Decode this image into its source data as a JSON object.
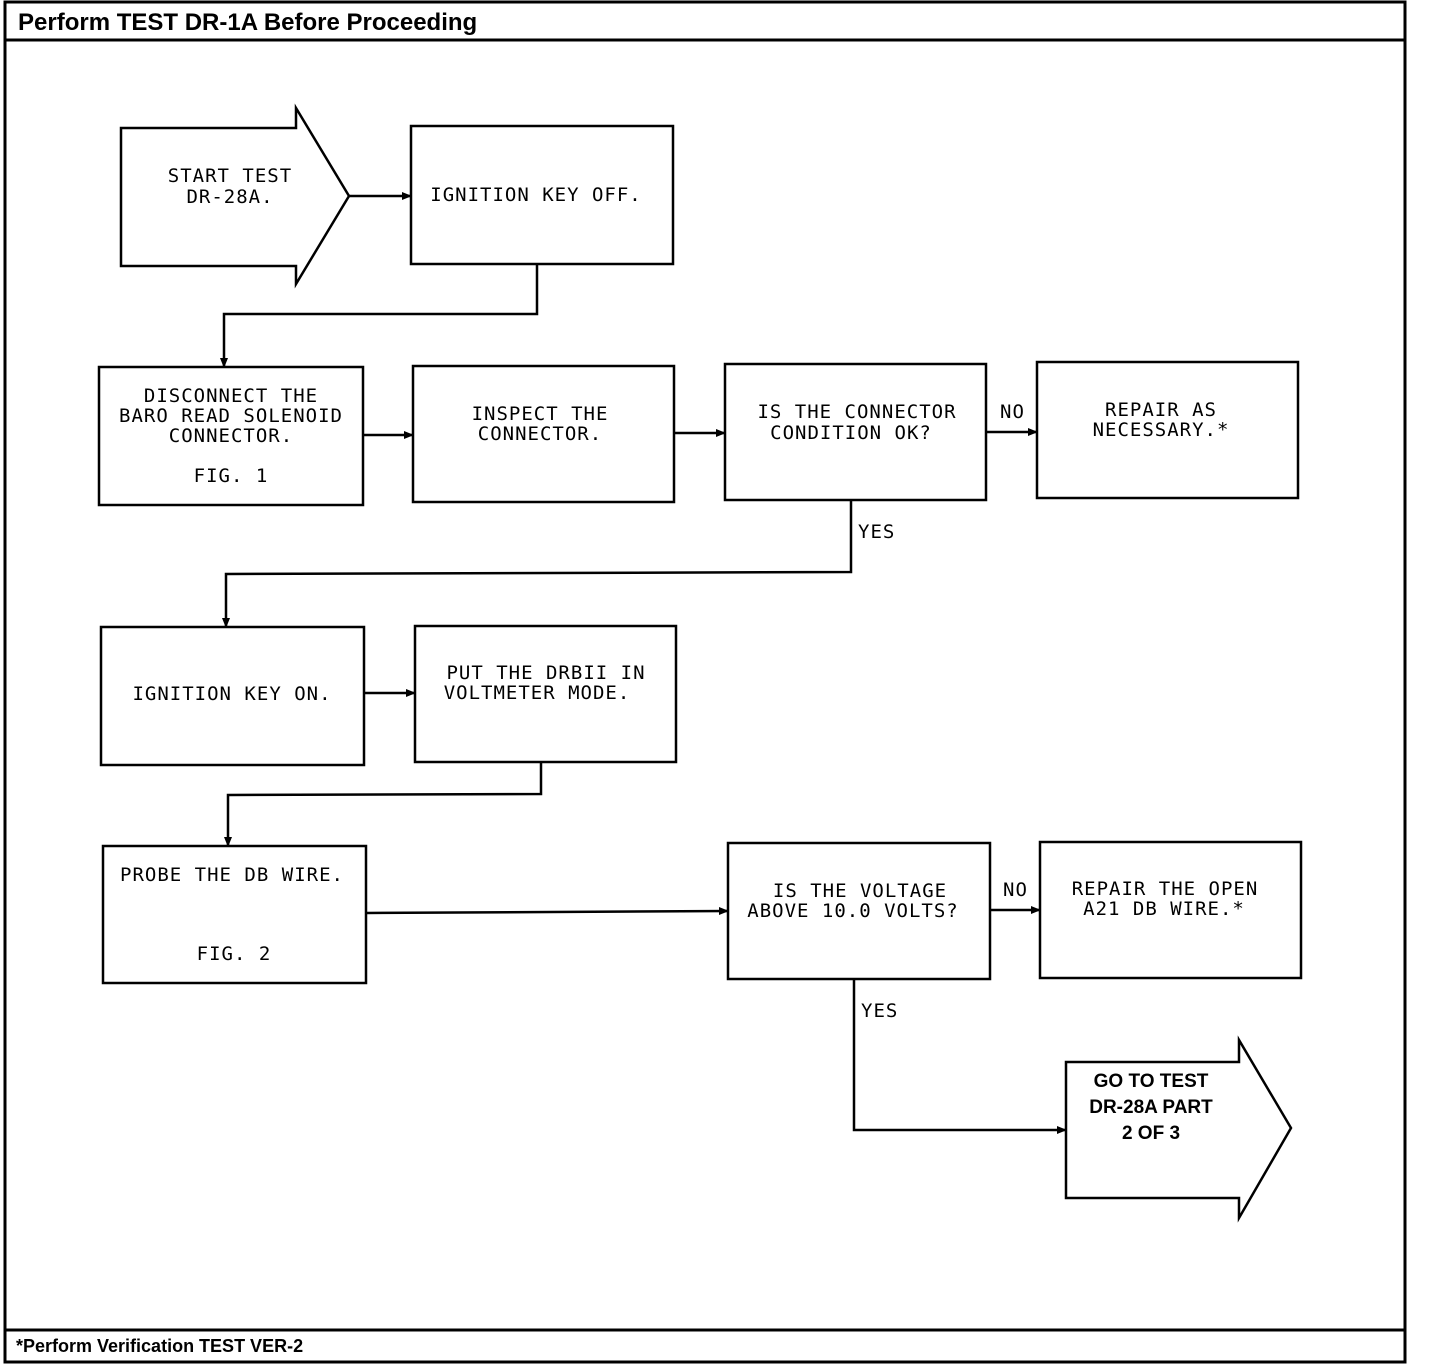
{
  "header": {
    "title": "Perform TEST DR-1A Before Proceeding"
  },
  "footer": {
    "note": "*Perform Verification TEST VER-2"
  },
  "nodes": {
    "start": [
      "START TEST",
      "DR-28A."
    ],
    "ignition_off": [
      "IGNITION KEY OFF."
    ],
    "disconnect": [
      "DISCONNECT THE",
      "BARO READ SOLENOID",
      "CONNECTOR.",
      "FIG. 1"
    ],
    "inspect": [
      "INSPECT THE",
      "CONNECTOR."
    ],
    "decision_connector": [
      "IS THE CONNECTOR",
      "CONDITION OK?"
    ],
    "repair_connector": [
      "REPAIR AS",
      "NECESSARY.*"
    ],
    "ignition_on": [
      "IGNITION KEY ON."
    ],
    "drbii": [
      "PUT THE DRBII IN",
      "VOLTMETER MODE."
    ],
    "probe": [
      "PROBE THE DB WIRE.",
      "FIG. 2"
    ],
    "decision_voltage": [
      "IS THE VOLTAGE",
      "ABOVE 10.0 VOLTS?"
    ],
    "repair_wire": [
      "REPAIR THE OPEN",
      "A21 DB WIRE.*"
    ],
    "goto": [
      "GO TO TEST",
      "DR-28A PART",
      "2 OF 3"
    ]
  },
  "edge_labels": {
    "connector_no": "NO",
    "connector_yes": "YES",
    "voltage_no": "NO",
    "voltage_yes": "YES"
  }
}
